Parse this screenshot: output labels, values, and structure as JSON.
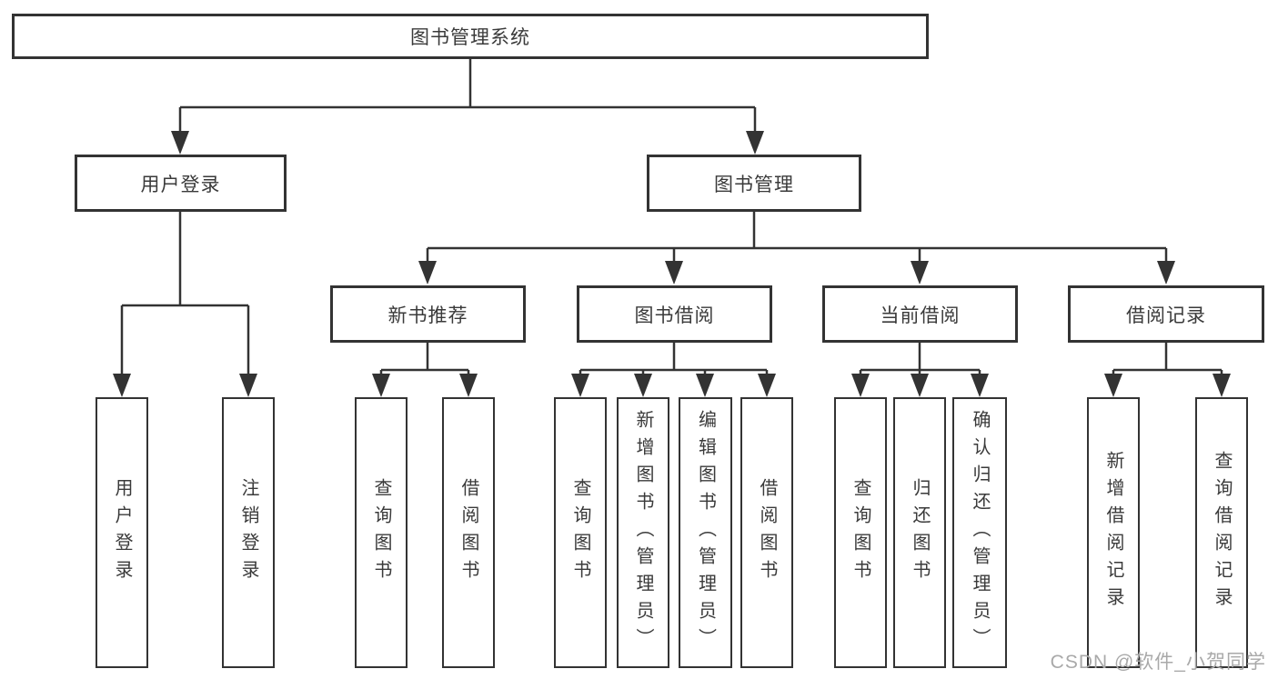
{
  "colors": {
    "line": "#333333",
    "text": "#3a3a3a",
    "watermark": "#a9a9a9",
    "background": "#ffffff"
  },
  "watermark": {
    "text": "CSDN @软件_小贺同学"
  },
  "tree": {
    "root": {
      "label": "图书管理系统"
    },
    "branches": [
      {
        "label": "用户登录",
        "children": [
          {
            "label": "用户登录"
          },
          {
            "label": "注销登录"
          }
        ]
      },
      {
        "label": "图书管理",
        "children": [
          {
            "label": "新书推荐",
            "children": [
              {
                "label": "查询图书"
              },
              {
                "label": "借阅图书"
              }
            ]
          },
          {
            "label": "图书借阅",
            "children": [
              {
                "label": "查询图书"
              },
              {
                "label": "新增图书（管理员）"
              },
              {
                "label": "编辑图书（管理员）"
              },
              {
                "label": "借阅图书"
              }
            ]
          },
          {
            "label": "当前借阅",
            "children": [
              {
                "label": "查询图书"
              },
              {
                "label": "归还图书"
              },
              {
                "label": "确认归还（管理员）"
              }
            ]
          },
          {
            "label": "借阅记录",
            "children": [
              {
                "label": "新增借阅记录"
              },
              {
                "label": "查询借阅记录"
              }
            ]
          }
        ]
      }
    ]
  }
}
